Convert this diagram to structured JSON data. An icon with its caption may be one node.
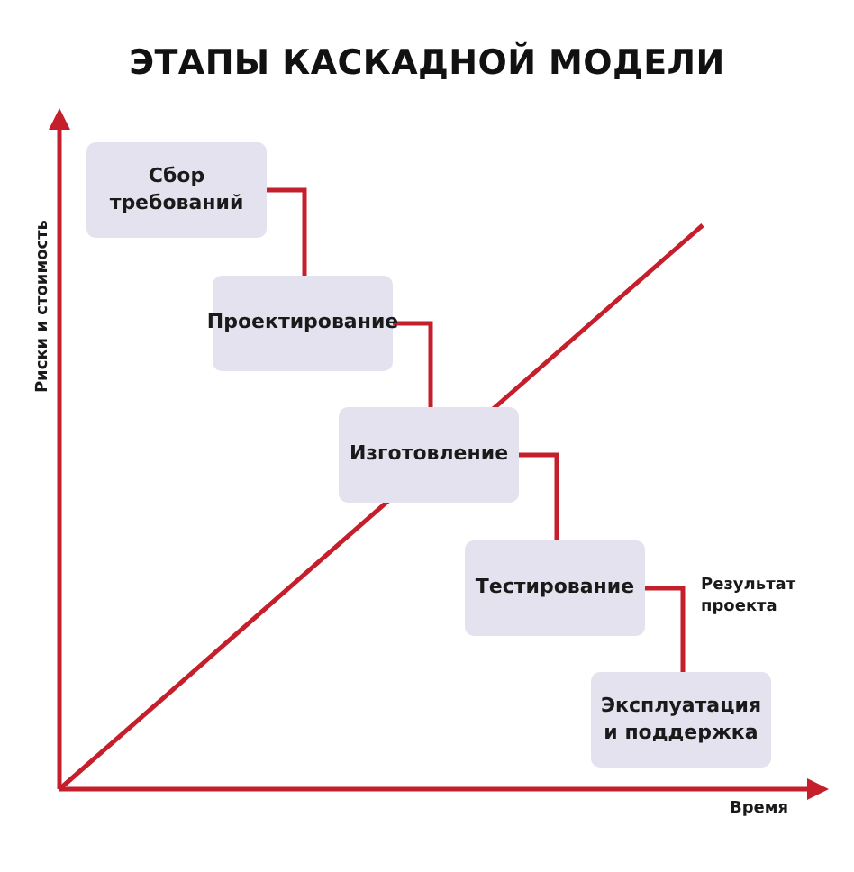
{
  "diagram": {
    "title": "ЭТАПЫ КАСКАДНОЙ МОДЕЛИ",
    "nodes": [
      {
        "text": [
          "Сбор требований"
        ]
      },
      {
        "text": [
          "Проектирование"
        ]
      },
      {
        "text": [
          "Изготовление"
        ]
      },
      {
        "text": [
          "Тестирование"
        ]
      },
      {
        "text": [
          "Эксплуатация и поддержка"
        ]
      }
    ],
    "edges": [
      {
        "from": 0,
        "to": 1,
        "arrow": "none"
      },
      {
        "from": 1,
        "to": 2,
        "arrow": "none"
      },
      {
        "from": 2,
        "to": 3,
        "arrow": "none"
      },
      {
        "from": 3,
        "to": 4,
        "arrow": "none"
      }
    ],
    "labels": [
      "Риски и стоимость",
      "Время",
      "Результат проекта"
    ]
  }
}
